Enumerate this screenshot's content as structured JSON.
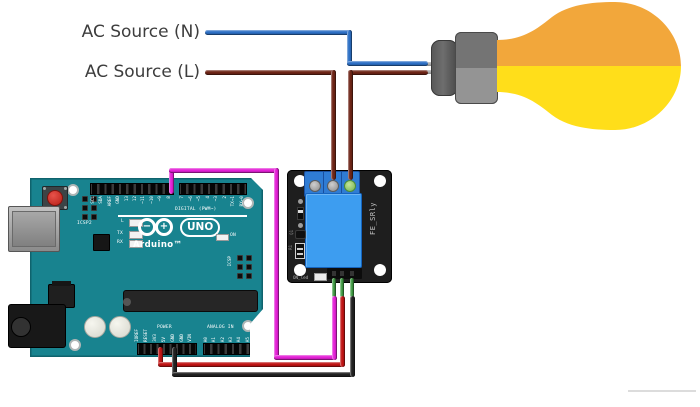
{
  "labels": {
    "ac_neutral": "AC Source (N)",
    "ac_live": "AC Source (L)"
  },
  "arduino": {
    "brand": "Arduino™",
    "model": "UNO",
    "logo_minus": "−",
    "logo_plus": "+",
    "reset_label": "RESET",
    "icsp2_label": "ICSP2",
    "icsp_label": "ICSP",
    "digital_caption": "DIGITAL (PWM~)",
    "power_caption": "POWER",
    "analog_caption": "ANALOG IN",
    "led_l": "L",
    "led_tx": "TX",
    "led_rx": "RX",
    "led_on": "ON",
    "pins_digital_left": [
      "SCL",
      "SDA",
      "AREF",
      "GND",
      "13",
      "12",
      "~11",
      "~10",
      "~9",
      "8"
    ],
    "pins_digital_right": [
      "7",
      "~6",
      "~5",
      "4",
      "~3",
      "2",
      "TX→1",
      "RX←0"
    ],
    "pins_power": [
      "IOREF",
      "RESET",
      "3V3",
      "5V",
      "GND",
      "GND",
      "VIN"
    ],
    "pins_analog": [
      "A0",
      "A1",
      "A2",
      "A3",
      "A4",
      "A5"
    ]
  },
  "relay": {
    "board_name": "FE_SRly",
    "led_label": "ON_led",
    "r1_label": "R1",
    "q1_label": "Q1"
  },
  "colors": {
    "arduino_teal": "#18838f",
    "relay_black": "#1e1e1e",
    "relay_blue": "#3d9df0",
    "terminal_blue": "#2f7cd4",
    "bulb_orange": "#f2a73b",
    "bulb_yellow": "#ffde1a",
    "wire_blue": "#2d6fc4",
    "wire_brown": "#6e2517",
    "wire_magenta": "#e321d6",
    "wire_red": "#c01515",
    "wire_black": "#222222",
    "wire_green": "#3f9b43"
  }
}
